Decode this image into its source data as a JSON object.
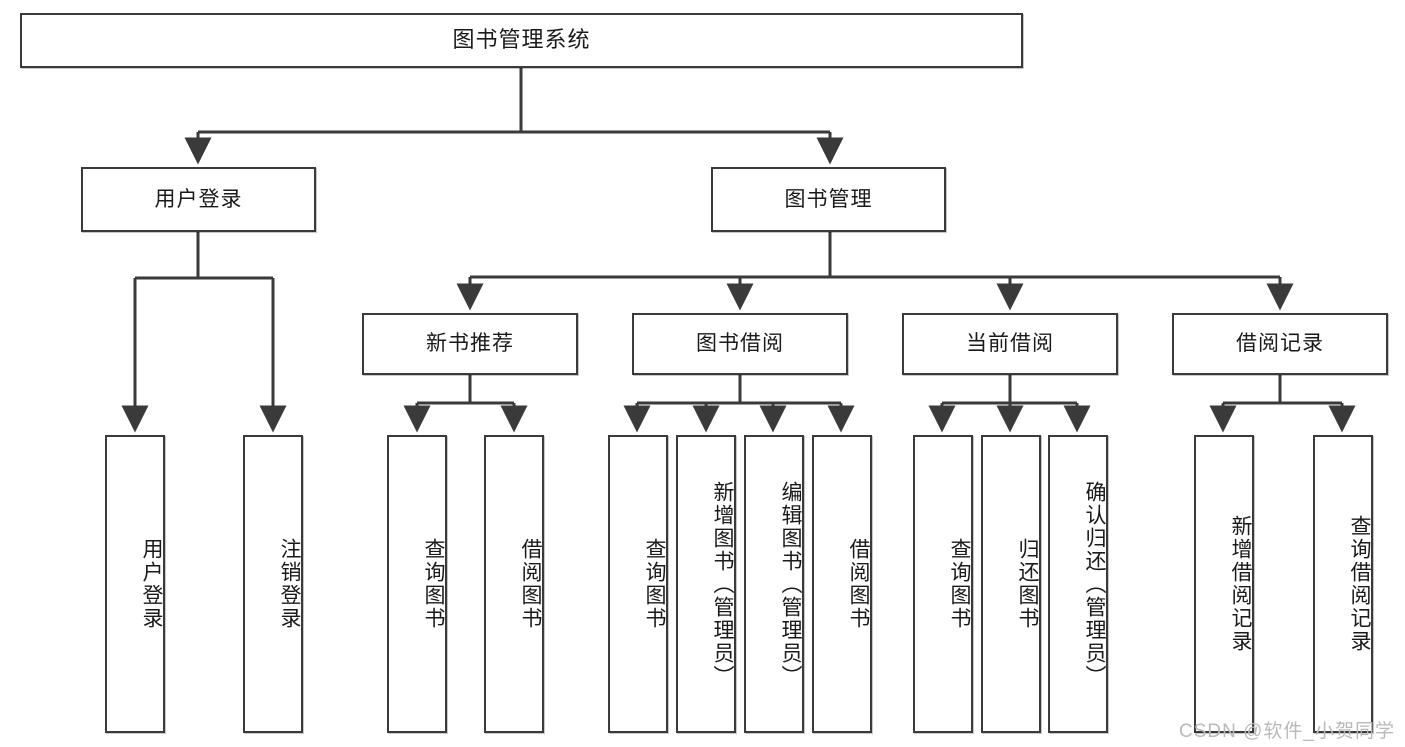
{
  "diagram": {
    "type": "tree",
    "title": "图书管理系统",
    "orientation": "top-down",
    "colors": {
      "box_border": "#3a3a3a",
      "box_fill": "#ffffff",
      "edge": "#3a3a3a",
      "text": "#1a1a1a",
      "watermark": "#b9b9b9"
    },
    "levels": {
      "root": "图书管理系统",
      "level2": [
        "用户登录",
        "图书管理"
      ],
      "level3": [
        "新书推荐",
        "图书借阅",
        "当前借阅",
        "借阅记录"
      ],
      "level4": [
        "用户登录",
        "注销登录",
        "查询图书",
        "借阅图书",
        "查询图书",
        "新增图书（管理员）",
        "编辑图书（管理员）",
        "借阅图书",
        "查询图书",
        "归还图书",
        "确认归还（管理员）",
        "新增借阅记录",
        "查询借阅记录"
      ]
    }
  },
  "nodes": {
    "root": {
      "label": "图书管理系统"
    },
    "user_login": {
      "label": "用户登录"
    },
    "book_manage": {
      "label": "图书管理"
    },
    "new_book_rec": {
      "label": "新书推荐"
    },
    "book_borrow": {
      "label": "图书借阅"
    },
    "current_borrow": {
      "label": "当前借阅"
    },
    "borrow_record": {
      "label": "借阅记录"
    },
    "leaf_user_login": {
      "label": "用户登录"
    },
    "leaf_logout": {
      "label": "注销登录"
    },
    "leaf_query_book_1": {
      "label": "查询图书"
    },
    "leaf_borrow_book_1": {
      "label": "借阅图书"
    },
    "leaf_query_book_2": {
      "label": "查询图书"
    },
    "leaf_add_book": {
      "label": "新增图书（管理员）"
    },
    "leaf_edit_book": {
      "label": "编辑图书（管理员）"
    },
    "leaf_borrow_book_2": {
      "label": "借阅图书"
    },
    "leaf_query_book_3": {
      "label": "查询图书"
    },
    "leaf_return_book": {
      "label": "归还图书"
    },
    "leaf_confirm_return": {
      "label": "确认归还（管理员）"
    },
    "leaf_add_record": {
      "label": "新增借阅记录"
    },
    "leaf_query_record": {
      "label": "查询借阅记录"
    }
  },
  "watermark": {
    "text": "CSDN @软件_小贺同学"
  }
}
